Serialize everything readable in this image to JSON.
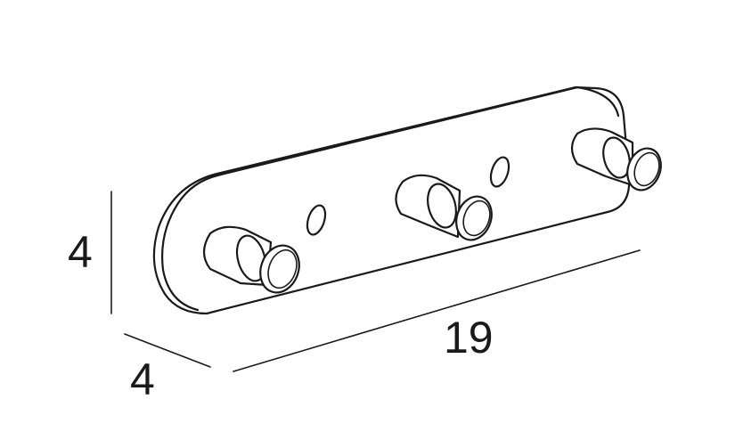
{
  "drawing": {
    "dimensions": {
      "height": "4",
      "depth": "4",
      "width": "19"
    }
  }
}
